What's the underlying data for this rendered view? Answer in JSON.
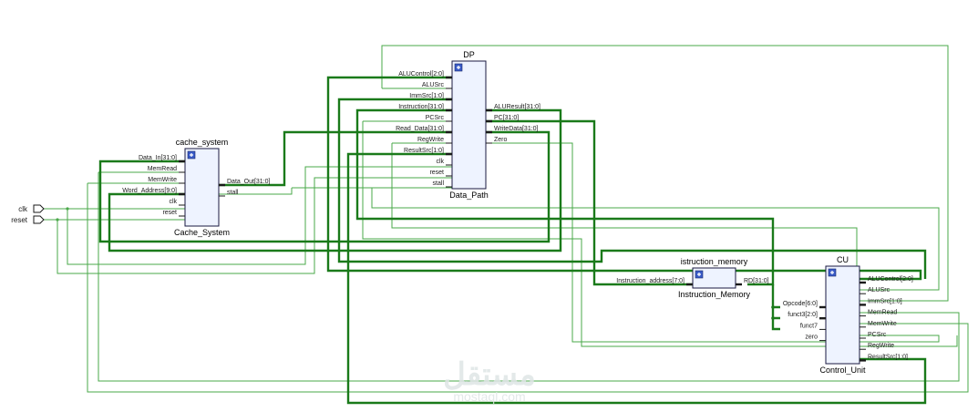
{
  "ports": {
    "clk": "clk",
    "reset": "reset"
  },
  "dp": {
    "instance": "DP",
    "module": "Data_Path",
    "inputs": [
      "ALUControl[2:0]",
      "ALUSrc",
      "ImmSrc[1:0]",
      "Instruction[31:0]",
      "PCSrc",
      "Read_Data[31:0]",
      "RegWrite",
      "ResultSrc[1:0]",
      "clk",
      "reset",
      "stall"
    ],
    "outputs": [
      "ALUResult[31:0]",
      "PC[31:0]",
      "WriteData[31:0]",
      "Zero"
    ]
  },
  "cache": {
    "instance": "cache_system",
    "module": "Cache_System",
    "inputs": [
      "Data_In[31:0]",
      "MemRead",
      "MemWrite",
      "Word_Address[9:0]",
      "clk",
      "reset"
    ],
    "outputs": [
      "Data_Out[31:0]",
      "stall"
    ]
  },
  "imem": {
    "instance": "istruction_memory",
    "module": "Instruction_Memory",
    "inputs": [
      "Instruction_address[7:0]"
    ],
    "outputs": [
      "RD[31:0]"
    ]
  },
  "cu": {
    "instance": "CU",
    "module": "Control_Unit",
    "inputs": [
      "Opcode[6:0]",
      "funct3[2:0]",
      "funct7",
      "zero"
    ],
    "outputs": [
      "ALUControl[2:0]",
      "ALUSrc",
      "ImmSrc[1:0]",
      "MemRead",
      "MemWrite",
      "PCSrc",
      "RegWrite",
      "ResultSrc[1:0]"
    ]
  },
  "watermark": {
    "arabic": "مستقل",
    "latin": "mostaql.com"
  },
  "colors": {
    "wire": "#4aa84a",
    "bus": "#1a7a1a",
    "block_fill": "#eef3ff",
    "expand_icon": "#3a5bc7"
  }
}
